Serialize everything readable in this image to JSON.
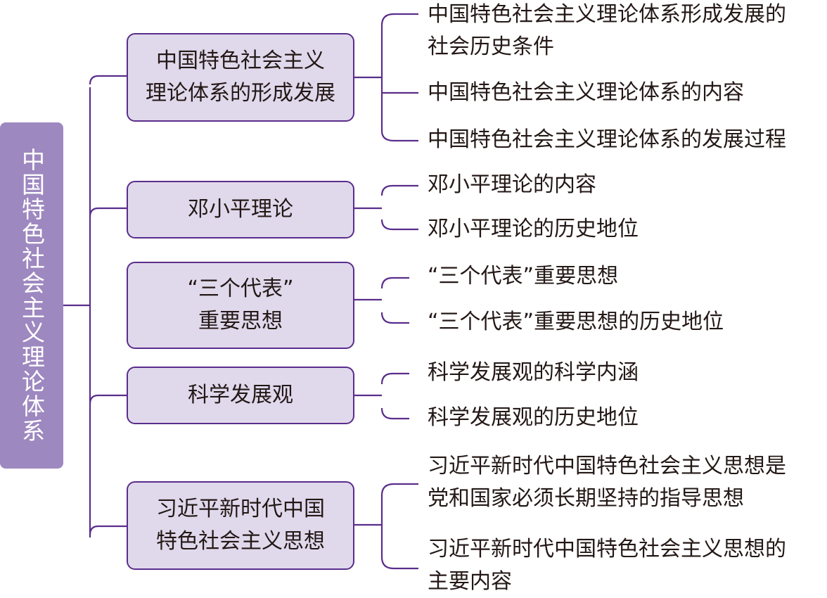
{
  "root": {
    "label": "中国特色社会主义理论体系"
  },
  "colors": {
    "root_fill": "#9e88c0",
    "branch_fill": "#e0d9ec",
    "line": "#5a2d8c",
    "text": "#231815"
  },
  "branches": [
    {
      "label": "中国特色社会主义理论体系的形成发展",
      "lines": [
        "中国特色社会主义",
        "理论体系的形成发展"
      ],
      "children": [
        {
          "lines": [
            "中国特色社会主义理论体系形成发展的",
            "社会历史条件"
          ]
        },
        {
          "lines": [
            "中国特色社会主义理论体系的内容"
          ]
        },
        {
          "lines": [
            "中国特色社会主义理论体系的发展过程"
          ]
        }
      ]
    },
    {
      "label": "邓小平理论",
      "lines": [
        "邓小平理论"
      ],
      "children": [
        {
          "lines": [
            "邓小平理论的内容"
          ]
        },
        {
          "lines": [
            "邓小平理论的历史地位"
          ]
        }
      ]
    },
    {
      "label": "“三个代表”重要思想",
      "lines": [
        "“三个代表”",
        "重要思想"
      ],
      "children": [
        {
          "lines": [
            "“三个代表”重要思想"
          ]
        },
        {
          "lines": [
            "“三个代表”重要思想的历史地位"
          ]
        }
      ]
    },
    {
      "label": "科学发展观",
      "lines": [
        "科学发展观"
      ],
      "children": [
        {
          "lines": [
            "科学发展观的科学内涵"
          ]
        },
        {
          "lines": [
            "科学发展观的历史地位"
          ]
        }
      ]
    },
    {
      "label": "习近平新时代中国特色社会主义思想",
      "lines": [
        "习近平新时代中国",
        "特色社会主义思想"
      ],
      "children": [
        {
          "lines": [
            "习近平新时代中国特色社会主义思想是",
            "党和国家必须长期坚持的指导思想"
          ]
        },
        {
          "lines": [
            "习近平新时代中国特色社会主义思想的",
            "主要内容"
          ]
        }
      ]
    }
  ]
}
